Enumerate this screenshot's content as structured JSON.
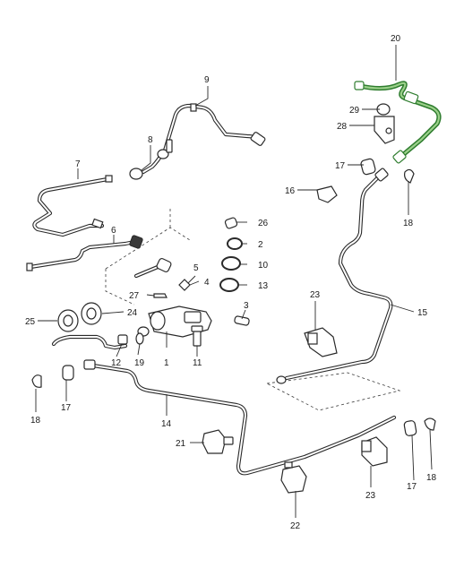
{
  "callouts": {
    "c1": "1",
    "c2": "2",
    "c3": "3",
    "c4": "4",
    "c5": "5",
    "c6": "6",
    "c7": "7",
    "c8": "8",
    "c9": "9",
    "c10": "10",
    "c11": "11",
    "c12": "12",
    "c13": "13",
    "c14": "14",
    "c15": "15",
    "c16": "16",
    "c17a": "17",
    "c17b": "17",
    "c17c": "17",
    "c18a": "18",
    "c18b": "18",
    "c18c": "18",
    "c19": "19",
    "c20": "20",
    "c21": "21",
    "c22": "22",
    "c23a": "23",
    "c23b": "23",
    "c24": "24",
    "c25": "25",
    "c26": "26",
    "c27": "27",
    "c28": "28",
    "c29": "29"
  },
  "colors": {
    "line": "#2a2a2a",
    "highlight_hose": "#2f7d2f",
    "highlight_hose_inner": "#9bd08a",
    "background": "#ffffff"
  }
}
